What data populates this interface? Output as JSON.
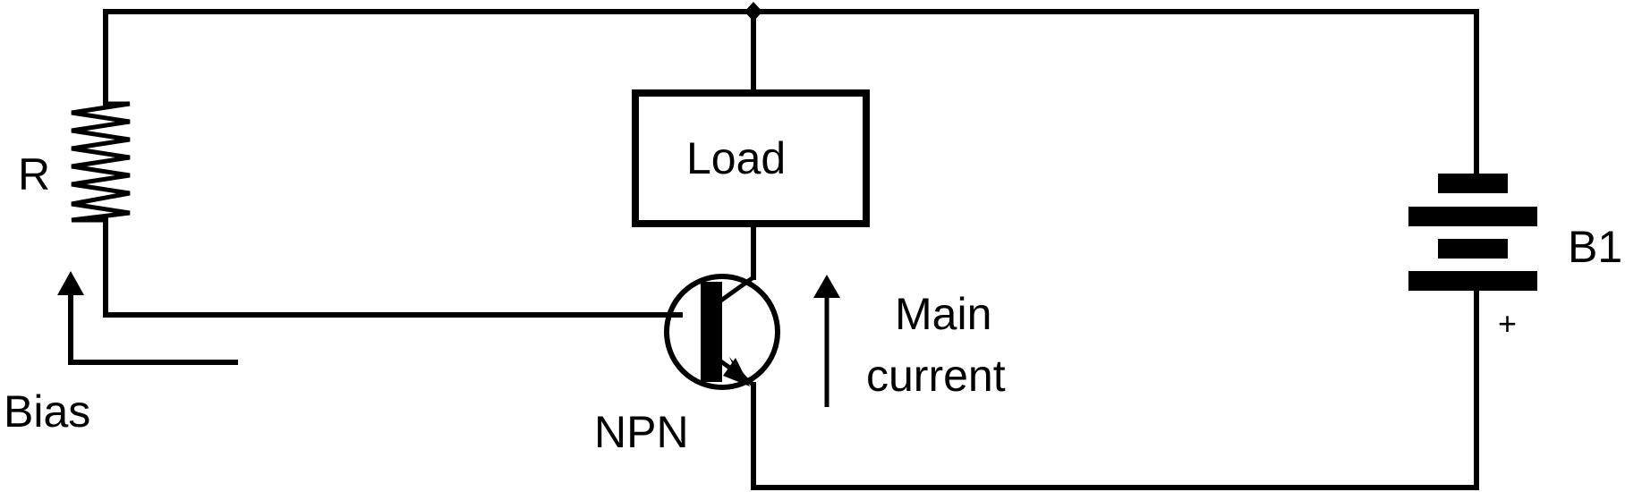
{
  "diagram": {
    "title": "NPN transistor switching circuit",
    "colors": {
      "line": "#000000",
      "background": "#ffffff"
    },
    "components": {
      "resistor": {
        "label": "R",
        "icon": "resistor-icon"
      },
      "load": {
        "label": "Load",
        "icon": "load-box-icon"
      },
      "transistor": {
        "label": "NPN",
        "icon": "npn-transistor-icon"
      },
      "battery": {
        "label": "B1",
        "polarity_label": "+",
        "icon": "battery-icon"
      }
    },
    "annotations": {
      "bias": {
        "label": "Bias",
        "icon": "arrow-up-icon"
      },
      "main_current": {
        "line1": "Main",
        "line2": "current",
        "icon": "arrow-up-icon"
      }
    }
  }
}
